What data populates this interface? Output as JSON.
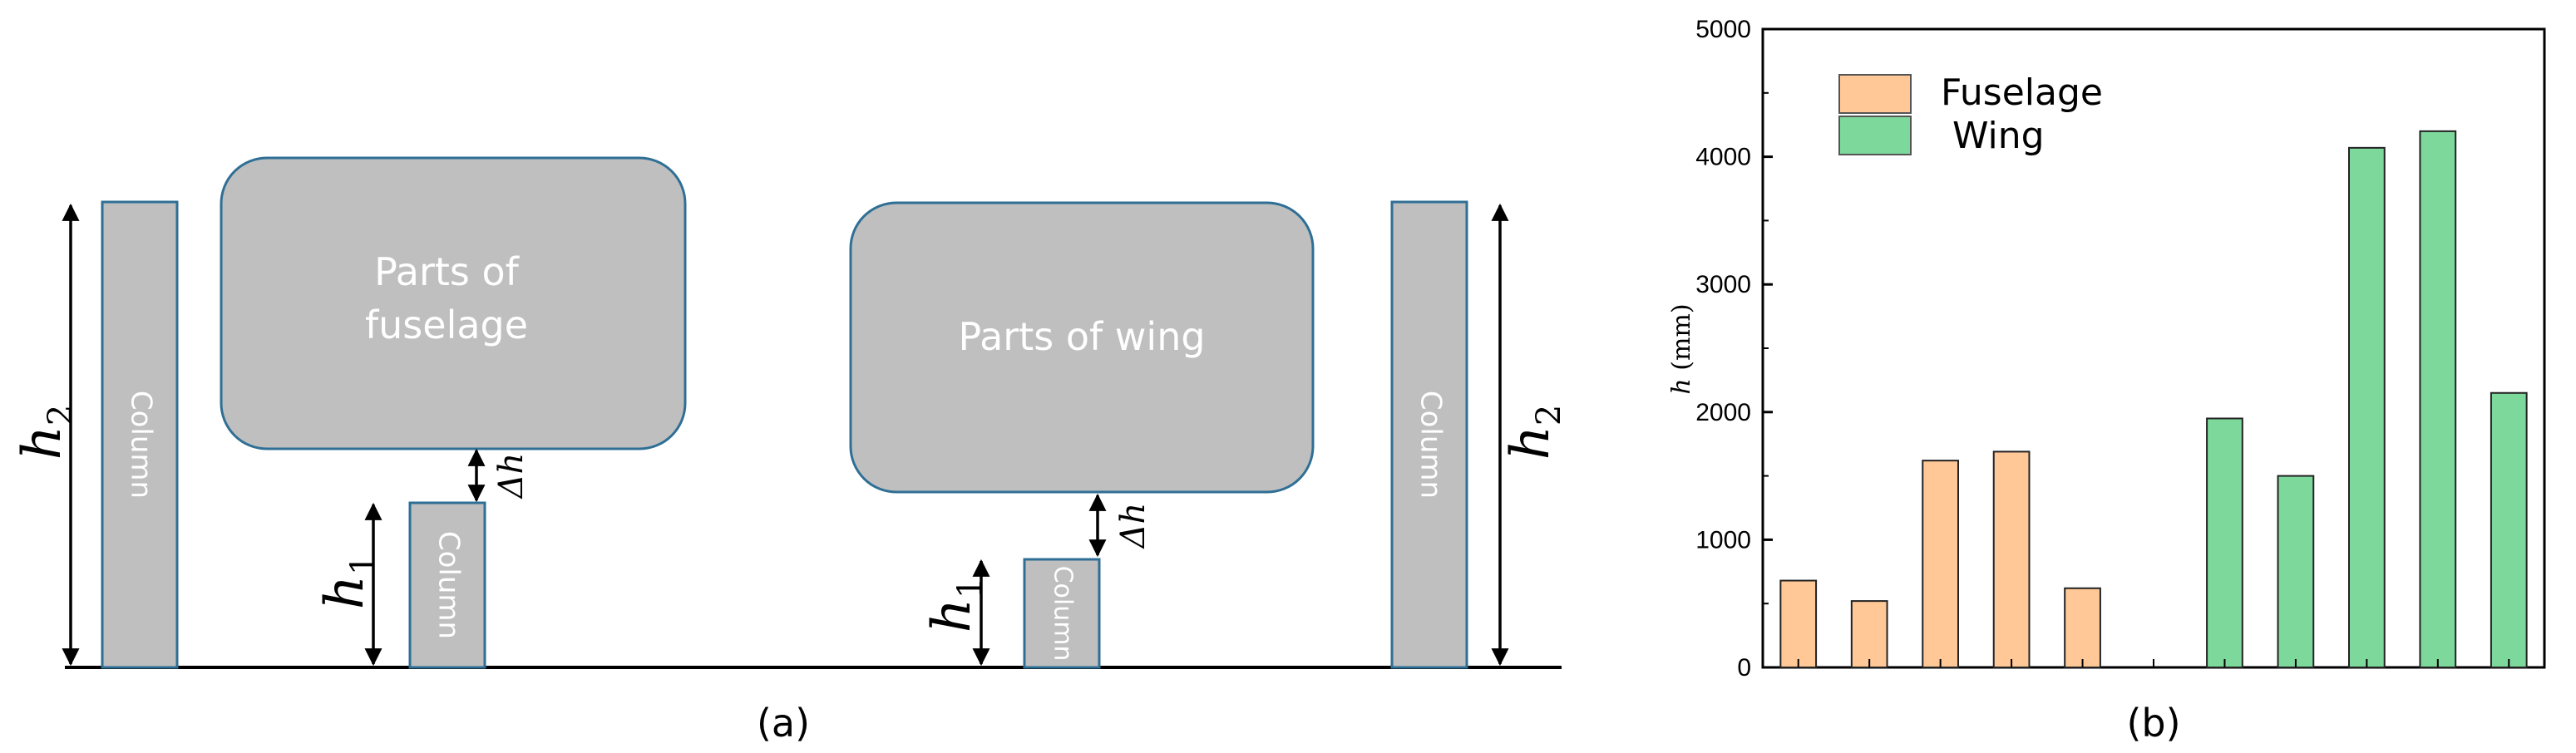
{
  "diagram_a": {
    "fuselage_label_line1": "Parts of",
    "fuselage_label_line2": "fuselage",
    "wing_label": "Parts of wing",
    "column_label": "Column",
    "h2_base": "h",
    "h2_sub": "2",
    "h1_base": "h",
    "h1_sub": "1",
    "delta_h": "Δh",
    "caption": "(a)",
    "colors": {
      "part_fill": "#bfbfbf",
      "part_stroke": "#2f6f95"
    }
  },
  "chart_b": {
    "caption": "(b)",
    "ylabel_var": "h",
    "ylabel_unit": " (mm)"
  },
  "chart_data": {
    "type": "bar",
    "ylim": [
      0,
      5000
    ],
    "yticks": [
      "0",
      "1000",
      "2000",
      "3000",
      "4000",
      "5000"
    ],
    "grid": false,
    "legend_position": "top-left",
    "series": [
      {
        "name": "Fuselage",
        "color": "#ffc896",
        "values": [
          680,
          520,
          1620,
          1690,
          620
        ]
      },
      {
        "name": " Wing",
        "color": "#7dd89b",
        "values": [
          1950,
          1500,
          4070,
          4200,
          2150
        ]
      }
    ]
  }
}
